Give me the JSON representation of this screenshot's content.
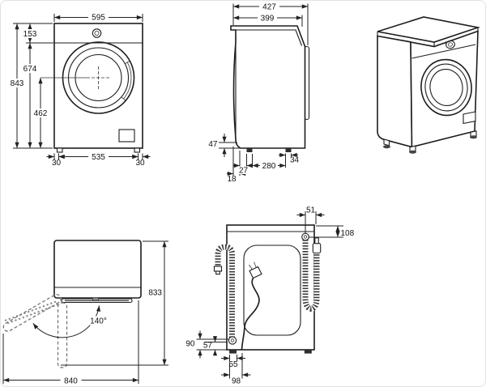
{
  "drawing": {
    "front": {
      "width": "595",
      "top_section": "153",
      "lower_section": "674",
      "height": "843",
      "door_center": "462",
      "feet_span": "535",
      "foot_inset_left": "30",
      "foot_inset_right": "30"
    },
    "side": {
      "depth_total": "427",
      "depth_body": "399",
      "base_front_height": "47",
      "foot_width": "34",
      "feet_spacing": "280",
      "foot_offset": "27",
      "front_offset": "18"
    },
    "door": {
      "angle": "140°",
      "height": "833",
      "depth_open": "840"
    },
    "rear": {
      "hose_offset_right": "51",
      "hose_drop": "108",
      "hose_outlet_height": "90",
      "cable_outlet_height": "57",
      "rear_foot_width": "55",
      "cable_offset": "98"
    }
  }
}
